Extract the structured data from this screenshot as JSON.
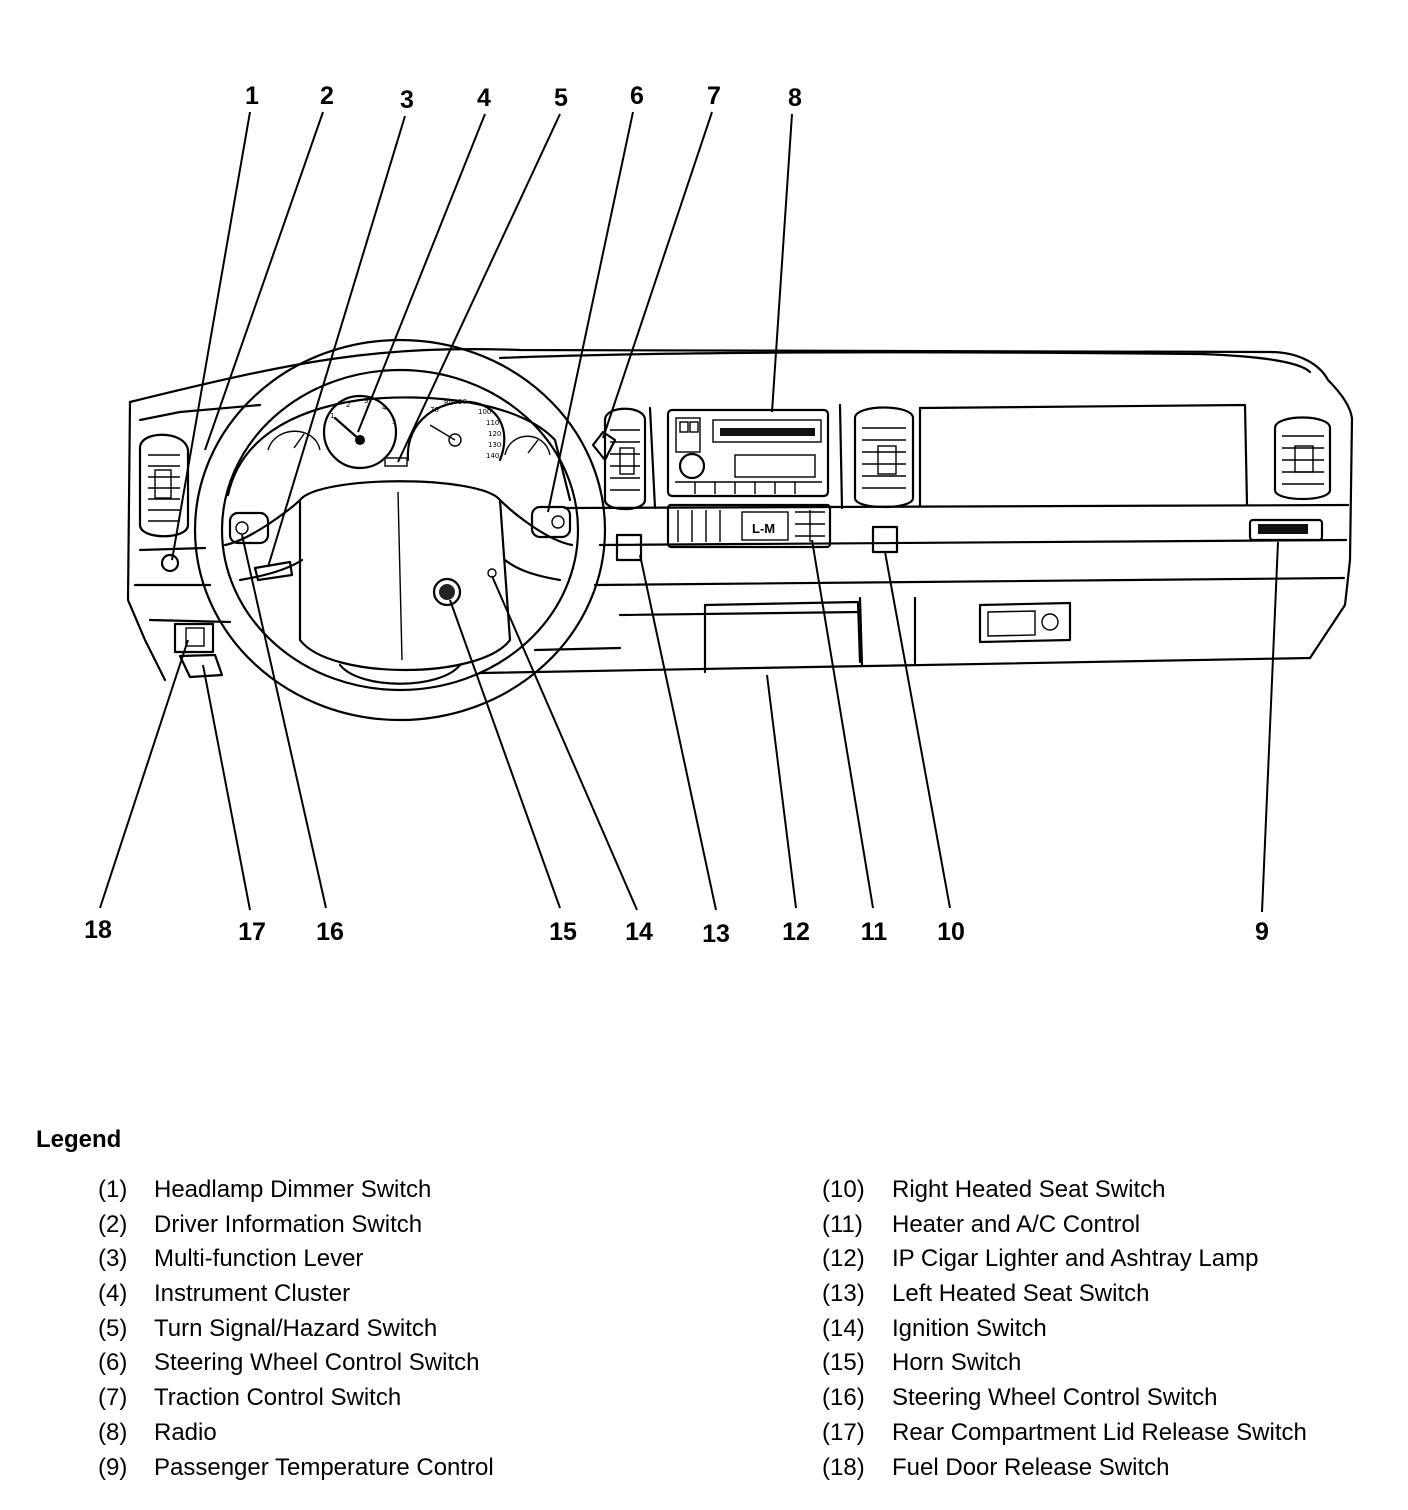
{
  "callouts": [
    "1",
    "2",
    "3",
    "4",
    "5",
    "6",
    "7",
    "8",
    "9",
    "10",
    "11",
    "12",
    "13",
    "14",
    "15",
    "16",
    "17",
    "18"
  ],
  "gauge_text": {
    "speedo_ticks": [
      "70",
      "80",
      "90",
      "100",
      "110",
      "120",
      "130",
      "140"
    ],
    "tach_ticks": [
      "1",
      "2",
      "3",
      "4",
      "5"
    ],
    "climate_display": "L-M"
  },
  "legend": {
    "title": "Legend",
    "left": [
      {
        "num": "(1)",
        "label": "Headlamp Dimmer Switch"
      },
      {
        "num": "(2)",
        "label": "Driver Information Switch"
      },
      {
        "num": "(3)",
        "label": "Multi-function Lever"
      },
      {
        "num": "(4)",
        "label": "Instrument Cluster"
      },
      {
        "num": "(5)",
        "label": "Turn Signal/Hazard Switch"
      },
      {
        "num": "(6)",
        "label": "Steering Wheel Control Switch"
      },
      {
        "num": "(7)",
        "label": "Traction Control Switch"
      },
      {
        "num": "(8)",
        "label": "Radio"
      },
      {
        "num": "(9)",
        "label": "Passenger Temperature Control"
      }
    ],
    "right": [
      {
        "num": "(10)",
        "label": "Right Heated Seat Switch"
      },
      {
        "num": "(11)",
        "label": "Heater and A/C Control"
      },
      {
        "num": "(12)",
        "label": "IP Cigar Lighter and Ashtray Lamp"
      },
      {
        "num": "(13)",
        "label": "Left Heated Seat Switch"
      },
      {
        "num": "(14)",
        "label": "Ignition Switch"
      },
      {
        "num": "(15)",
        "label": "Horn Switch"
      },
      {
        "num": "(16)",
        "label": "Steering Wheel Control Switch"
      },
      {
        "num": "(17)",
        "label": "Rear Compartment Lid Release Switch"
      },
      {
        "num": "(18)",
        "label": "Fuel Door Release Switch"
      }
    ]
  }
}
